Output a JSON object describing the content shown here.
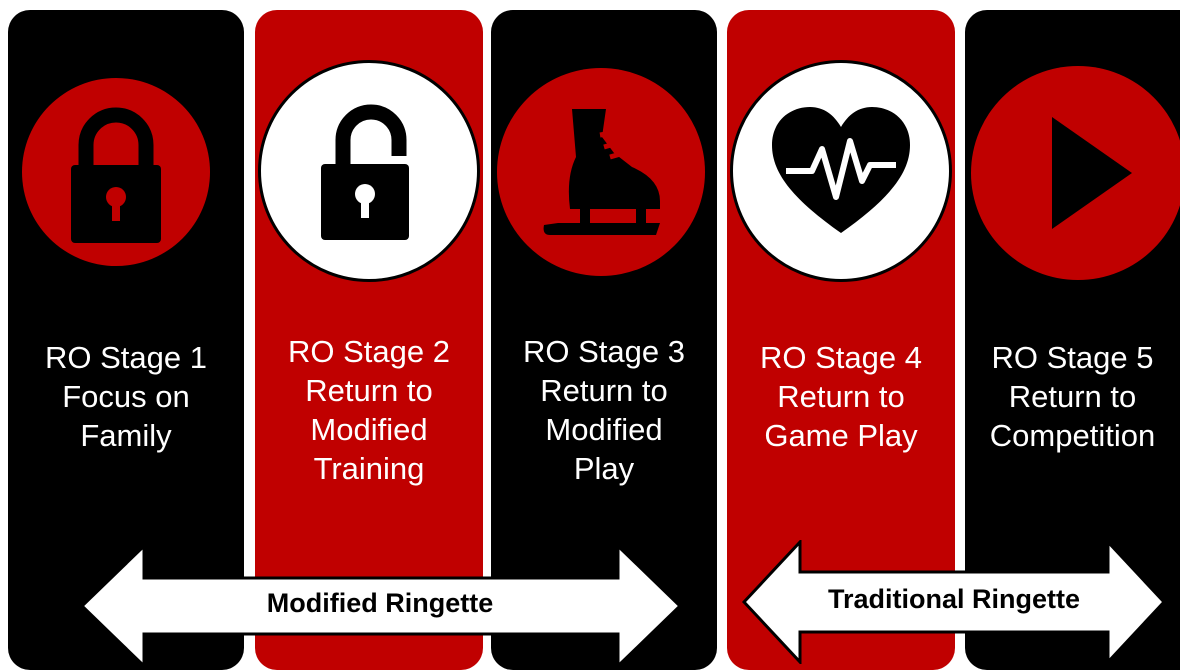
{
  "colors": {
    "black": "#000000",
    "red": "#c00000",
    "white": "#ffffff"
  },
  "stages": [
    {
      "color": "black",
      "circle": "red",
      "icon": "lock-closed-icon",
      "lines": [
        "RO Stage 1",
        "Focus on",
        "Family"
      ]
    },
    {
      "color": "red",
      "circle": "white",
      "icon": "lock-open-icon",
      "lines": [
        "RO Stage 2",
        "Return to",
        "Modified",
        "Training"
      ]
    },
    {
      "color": "black",
      "circle": "red",
      "icon": "skate-icon",
      "lines": [
        "RO Stage 3",
        "Return to",
        "Modified",
        "Play"
      ]
    },
    {
      "color": "red",
      "circle": "white",
      "icon": "heartbeat-icon",
      "lines": [
        "RO Stage 4",
        "Return to",
        "Game Play"
      ]
    },
    {
      "color": "black",
      "circle": "red",
      "icon": "play-icon",
      "lines": [
        "RO Stage 5",
        "Return to",
        "Competition"
      ]
    }
  ],
  "arrows": {
    "modified": "Modified Ringette",
    "traditional": "Traditional Ringette"
  }
}
